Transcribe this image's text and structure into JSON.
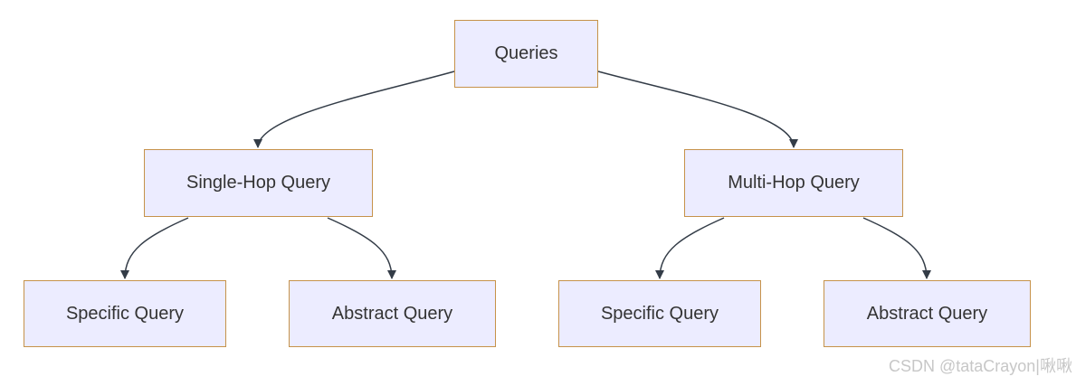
{
  "diagram": {
    "root": {
      "label": "Queries"
    },
    "single_hop": {
      "label": "Single-Hop Query"
    },
    "multi_hop": {
      "label": "Multi-Hop Query"
    },
    "single_specific": {
      "label": "Specific Query"
    },
    "single_abstract": {
      "label": "Abstract Query"
    },
    "multi_specific": {
      "label": "Specific Query"
    },
    "multi_abstract": {
      "label": "Abstract Query"
    }
  },
  "watermark": {
    "text": "CSDN @tataCrayon|啾啾"
  },
  "colors": {
    "node_fill": "#ececff",
    "node_border": "#c6924a",
    "edge": "#333c47",
    "text": "#333333"
  }
}
